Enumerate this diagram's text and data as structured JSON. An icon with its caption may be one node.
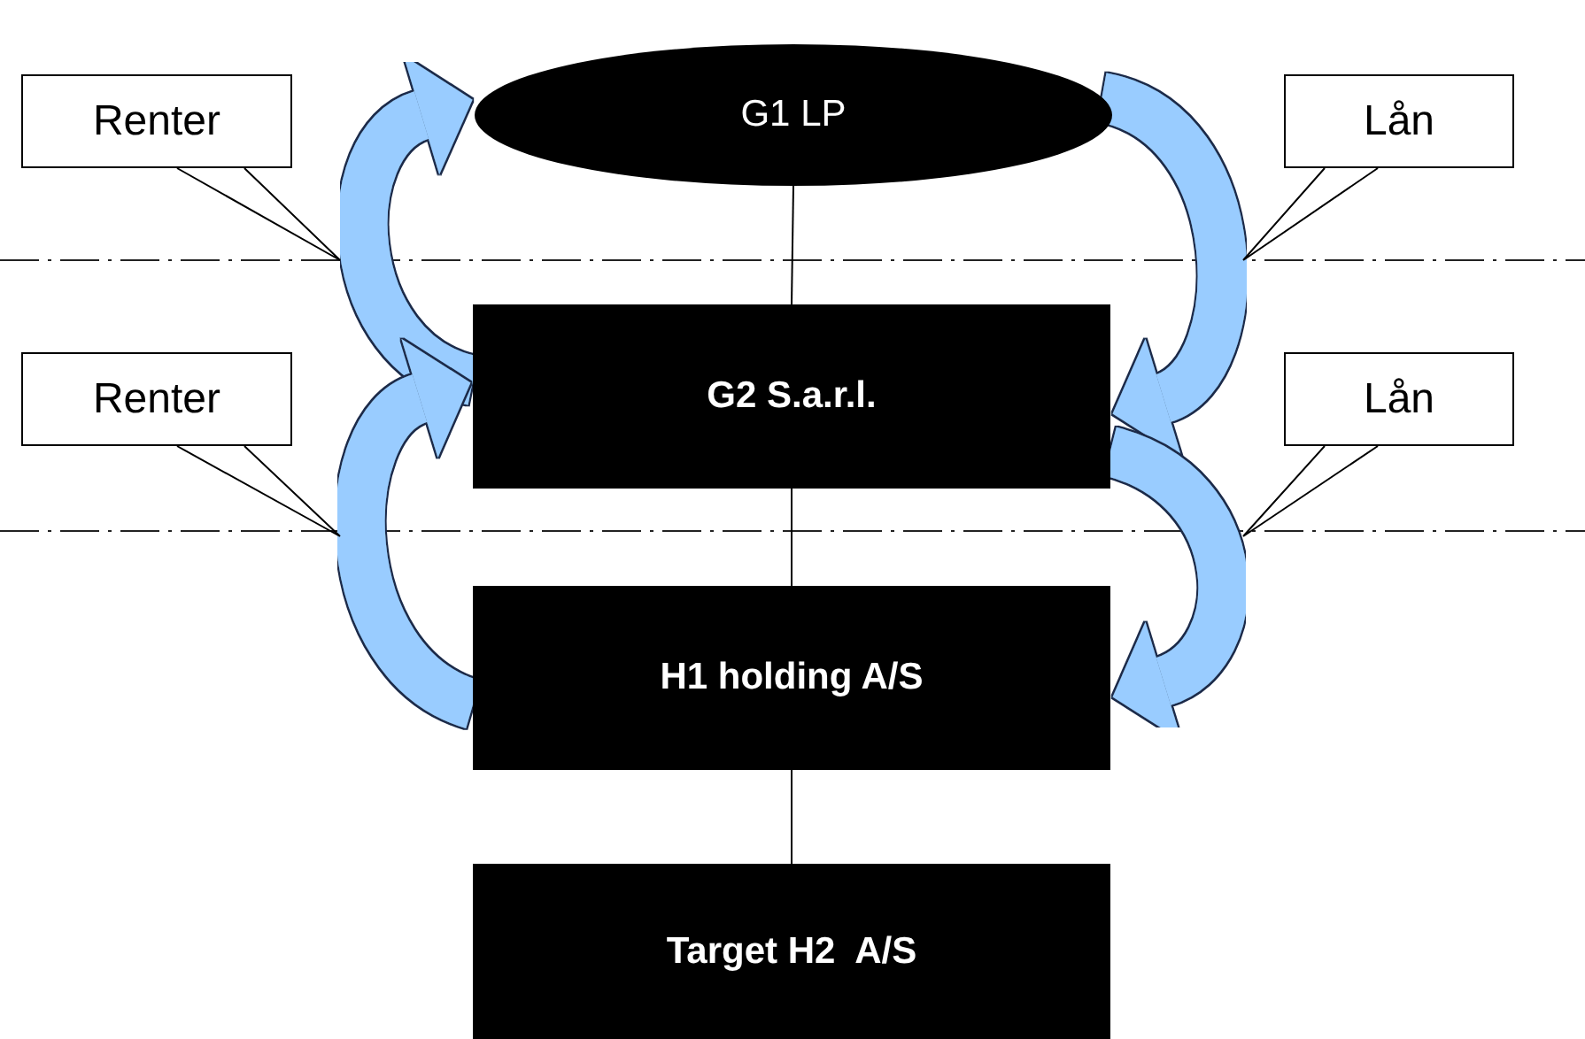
{
  "diagram": {
    "nodes": [
      {
        "text": [
          "G1 LP"
        ]
      },
      {
        "text": [
          "G2 S.a.r.l."
        ]
      },
      {
        "text": [
          "H1 holding A/S"
        ]
      },
      {
        "text": [
          "Target H2  A/S"
        ]
      },
      {
        "text": [
          "Renter"
        ]
      },
      {
        "text": [
          "Lån"
        ]
      },
      {
        "text": [
          "Renter"
        ]
      },
      {
        "text": [
          "Lån"
        ]
      }
    ],
    "edges": [
      {
        "from": 0,
        "to": 1,
        "arrow": "none",
        "color": "#000000"
      },
      {
        "from": 1,
        "to": 2,
        "arrow": "none",
        "color": "#000000"
      },
      {
        "from": 2,
        "to": 3,
        "arrow": "none",
        "color": "#000000"
      },
      {
        "from": 1,
        "to": 0,
        "arrow": "to",
        "style": "thick",
        "color": "#99ccff"
      },
      {
        "from": 2,
        "to": 1,
        "arrow": "to",
        "style": "thick",
        "color": "#99ccff"
      },
      {
        "from": 0,
        "to": 1,
        "arrow": "to",
        "style": "thick",
        "color": "#99ccff"
      },
      {
        "from": 1,
        "to": 2,
        "arrow": "to",
        "style": "thick",
        "color": "#99ccff"
      },
      {
        "from": 4,
        "to": null,
        "arrow": "none",
        "color": "#000000"
      },
      {
        "from": 5,
        "to": null,
        "arrow": "none",
        "color": "#000000"
      },
      {
        "from": 6,
        "to": null,
        "arrow": "none",
        "color": "#000000"
      },
      {
        "from": 7,
        "to": null,
        "arrow": "none",
        "color": "#000000"
      }
    ]
  }
}
